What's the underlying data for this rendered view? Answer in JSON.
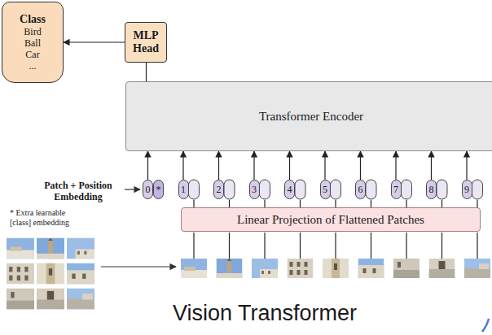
{
  "diagram": {
    "caption": "Vision Transformer",
    "nodes": [
      {
        "text": [
          "Class",
          "Bird Ball Car ..."
        ]
      },
      {
        "text": [
          "MLP Head"
        ]
      },
      {
        "text": [
          "Transformer Encoder"
        ]
      },
      {
        "text": [
          "0"
        ]
      },
      {
        "text": [
          "*"
        ]
      },
      {
        "text": [
          "1"
        ]
      },
      {
        "text": [
          "2"
        ]
      },
      {
        "text": [
          "3"
        ]
      },
      {
        "text": [
          "4"
        ]
      },
      {
        "text": [
          "5"
        ]
      },
      {
        "text": [
          "6"
        ]
      },
      {
        "text": [
          "7"
        ]
      },
      {
        "text": [
          "8"
        ]
      },
      {
        "text": [
          "9"
        ]
      },
      {
        "text": [
          "Linear Projection of Flattened Patches"
        ]
      }
    ],
    "edges": [
      {
        "from": 1,
        "to": 0,
        "arrow": "to"
      },
      {
        "from": 2,
        "to": 1,
        "arrow": "none"
      },
      {
        "from": 3,
        "to": 2,
        "arrow": "to"
      },
      {
        "from": 5,
        "to": 2,
        "arrow": "to"
      },
      {
        "from": 6,
        "to": 2,
        "arrow": "to"
      },
      {
        "from": 7,
        "to": 2,
        "arrow": "to"
      },
      {
        "from": 8,
        "to": 2,
        "arrow": "to"
      },
      {
        "from": 9,
        "to": 2,
        "arrow": "to"
      },
      {
        "from": 10,
        "to": 2,
        "arrow": "to"
      },
      {
        "from": 11,
        "to": 2,
        "arrow": "to"
      },
      {
        "from": 12,
        "to": 2,
        "arrow": "to"
      },
      {
        "from": 13,
        "to": 2,
        "arrow": "to"
      }
    ],
    "labels": [
      "Patch + Position Embedding",
      "* Extra learnable [class] embedding"
    ]
  }
}
